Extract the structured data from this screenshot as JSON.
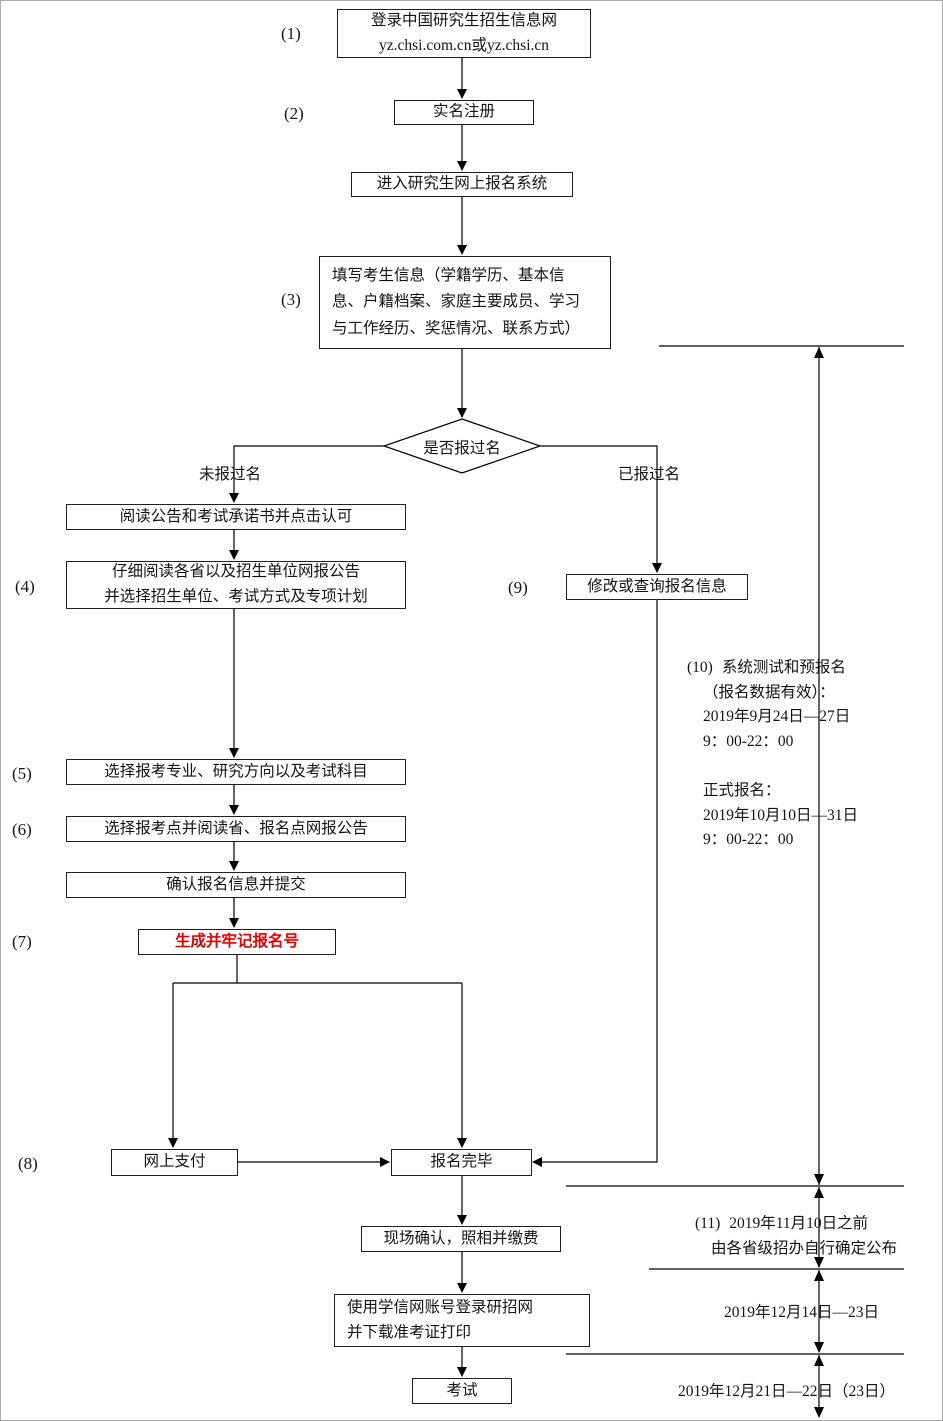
{
  "flow": {
    "steps": {
      "login": {
        "line1": "登录中国研究生招生信息网",
        "line2": "yz.chsi.com.cn或yz.chsi.cn"
      },
      "register": "实名注册",
      "enter_system": "进入研究生网上报名系统",
      "fill_info": {
        "line1": "填写考生信息（学籍学历、基本信",
        "line2": "息、户籍档案、家庭主要成员、学习",
        "line3": "与工作经历、奖惩情况、联系方式）"
      },
      "decision": "是否报过名",
      "branch_no": "未报过名",
      "branch_yes": "已报过名",
      "read_notice": "阅读公告和考试承诺书并点击认可",
      "read_province": {
        "line1": "仔细阅读各省以及招生单位网报公告",
        "line2": "并选择招生单位、考试方式及专项计划"
      },
      "modify": "修改或查询报名信息",
      "choose_major": "选择报考专业、研究方向以及考试科目",
      "choose_site": "选择报考点并阅读省、报名点网报公告",
      "confirm": "确认报名信息并提交",
      "gen_number": "生成并牢记报名号",
      "pay": "网上支付",
      "complete": "报名完毕",
      "onsite": "现场确认，照相并缴费",
      "download": {
        "line1": "使用学信网账号登录研招网",
        "line2": "并下载准考证打印"
      },
      "exam": "考试"
    },
    "labels": {
      "n1": "(1)",
      "n2": "(2)",
      "n3": "(3)",
      "n4": "(4)",
      "n5": "(5)",
      "n6": "(6)",
      "n7": "(7)",
      "n8": "(8)",
      "n9": "(9)",
      "n10": "(10)",
      "n11": "(11)"
    }
  },
  "notes": {
    "note10": {
      "label": "(10)",
      "lines": [
        "系统测试和预报名",
        "（报名数据有效）：",
        "2019年9月24日—27日",
        "9：00-22：00",
        "",
        "正式报名：",
        "2019年10月10日—31日",
        "9：00-22：00"
      ]
    },
    "note11": {
      "label": "(11)",
      "line1": "2019年11月10日之前",
      "line2": "由各省级招办自行确定公布"
    },
    "note12": "2019年12月14日—23日",
    "note13": "2019年12月21日—22日（23日）"
  },
  "colors": {
    "highlight": "#e60000",
    "line": "#000000",
    "border": "#ababab"
  }
}
